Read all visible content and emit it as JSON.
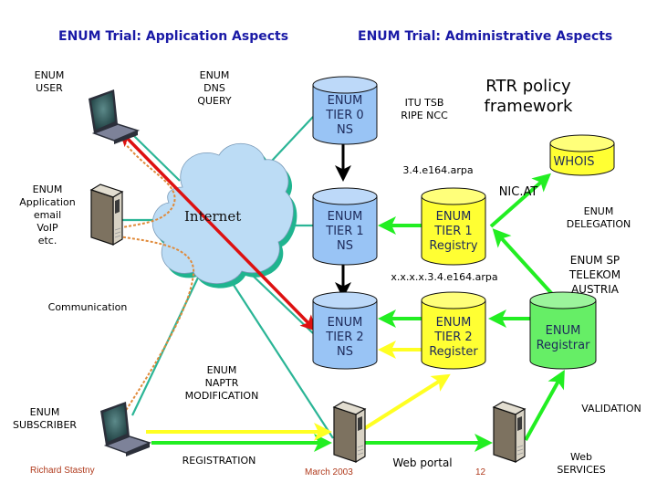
{
  "titles": {
    "left": "ENUM Trial: Application Aspects",
    "right": "ENUM Trial: Administrative Aspects"
  },
  "colors": {
    "title": "#1a1aa6",
    "ns_cylinder": "#99c4f5",
    "registry_cylinder": "#ffff33",
    "registrar_cylinder": "#66ee66",
    "cloud": "#bcdcf5",
    "cloud_shadow": "#1fb48f",
    "teal_link": "#2bb596",
    "green_arrow": "#22ee22",
    "yellow_arrow": "#ffff22",
    "red_arrow": "#dd1111",
    "dotted_orange": "#e08a3a",
    "footer": "#b03a1c"
  },
  "labels": {
    "enum_user": "ENUM\nUSER",
    "enum_dns_query": "ENUM\nDNS\nQUERY",
    "enum_application": "ENUM\nApplication\nemail\nVoIP\netc.",
    "communication": "Communication",
    "enum_naptr_modification": "ENUM\nNAPTR\nMODIFICATION",
    "enum_subscriber": "ENUM\nSUBSCRIBER",
    "registration": "REGISTRATION",
    "itu_tsb": "ITU TSB\nRIPE NCC",
    "rtr_policy": "RTR policy\nframework",
    "zone_tier0": "3.4.e164.arpa",
    "nic_at": "NIC.AT",
    "enum_delegation": "ENUM\nDELEGATION",
    "zone_tier1": "x.x.x.x.3.4.e164.arpa",
    "enum_sp": "ENUM SP\nTELEKOM\nAUSTRIA",
    "validation": "VALIDATION",
    "web_portal": "Web portal",
    "web_services": "Web\nSERVICES"
  },
  "cloud": {
    "label": "Internet"
  },
  "cylinders": {
    "tier0_ns": "ENUM\nTIER 0\nNS",
    "tier1_ns": "ENUM\nTIER 1\nNS",
    "tier2_ns": "ENUM\nTIER 2\nNS",
    "whois": "WHOIS",
    "tier1_registry": "ENUM\nTIER 1\nRegistry",
    "tier2_register": "ENUM\nTIER 2\nRegister",
    "registrar": "ENUM\nRegistrar"
  },
  "footer": {
    "author": "Richard Stastny",
    "date": "March 2003",
    "page": "12"
  }
}
